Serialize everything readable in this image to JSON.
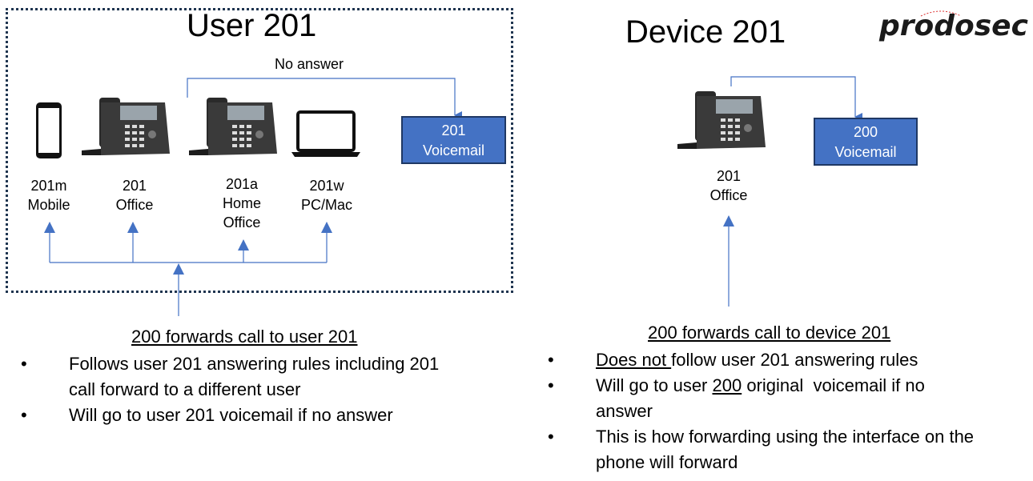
{
  "logo": {
    "text": "prodosec"
  },
  "user_panel": {
    "title": "User 201",
    "no_answer": "No answer",
    "voicemail": {
      "line1": "201",
      "line2": "Voicemail"
    },
    "devices": [
      {
        "line1": "201m",
        "line2": "Mobile",
        "line3": "",
        "icon": "mobile-phone-icon"
      },
      {
        "line1": "201",
        "line2": "Office",
        "line3": "",
        "icon": "desk-phone-icon"
      },
      {
        "line1": "201a",
        "line2": "Home",
        "line3": "Office",
        "icon": "desk-phone-icon"
      },
      {
        "line1": "201w",
        "line2": "PC/Mac",
        "line3": "",
        "icon": "laptop-icon"
      }
    ]
  },
  "device_panel": {
    "title": "Device 201",
    "voicemail": {
      "line1": "200",
      "line2": "Voicemail"
    },
    "device": {
      "line1": "201",
      "line2": "Office",
      "icon": "desk-phone-icon"
    }
  },
  "left_notes": {
    "heading": "200 forwards call to user 201",
    "bullet_char": "•",
    "bullets": [
      {
        "lines": [
          "Follows user 201 answering rules including 201",
          "call forward to a different user"
        ]
      },
      {
        "lines": [
          "Will go to user 201 voicemail if no answer"
        ]
      }
    ]
  },
  "right_notes": {
    "heading": "200 forwards call to device 201",
    "bullet_char": "•",
    "b1_underlined": "Does not ",
    "b1_rest": "follow user 201 answering rules",
    "b2_pre": "Will go to user ",
    "b2_underlined": "200",
    "b2_post": " original  voicemail if no",
    "b2_line2": "answer",
    "b3_line1": "This is how forwarding using the interface on the",
    "b3_line2": "phone will forward"
  },
  "colors": {
    "arrow": "#4472c4",
    "voicemail_fill": "#4472c4",
    "voicemail_border": "#1f3864",
    "box_border": "#1f3550"
  }
}
